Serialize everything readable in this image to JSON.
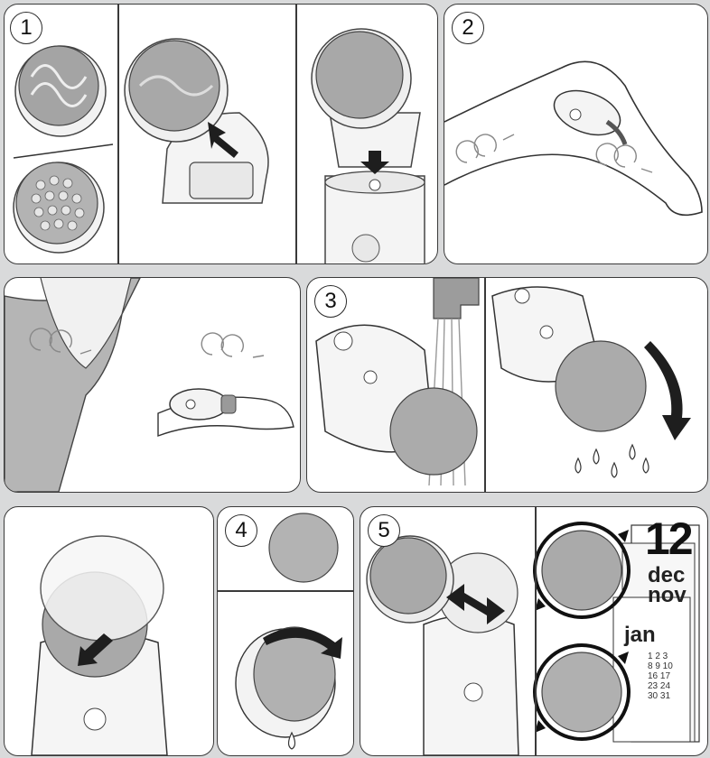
{
  "steps": [
    {
      "label": "1"
    },
    {
      "label": "2"
    },
    {
      "label": "3"
    },
    {
      "label": "4"
    },
    {
      "label": "5"
    }
  ],
  "calendar": {
    "day_number": "12",
    "months": [
      "dec",
      "nov",
      "jan"
    ],
    "dates_row1": "1 2 3",
    "dates_row2": "8 9 10",
    "dates_row3": "16 17",
    "dates_row4": "23 24",
    "dates_row5": "30 31"
  },
  "colors": {
    "panel_border": "#3a3a3a",
    "background": "#d9dadb",
    "brush_gray": "#9b9b9b",
    "arrow_dark": "#1e1e1e"
  }
}
